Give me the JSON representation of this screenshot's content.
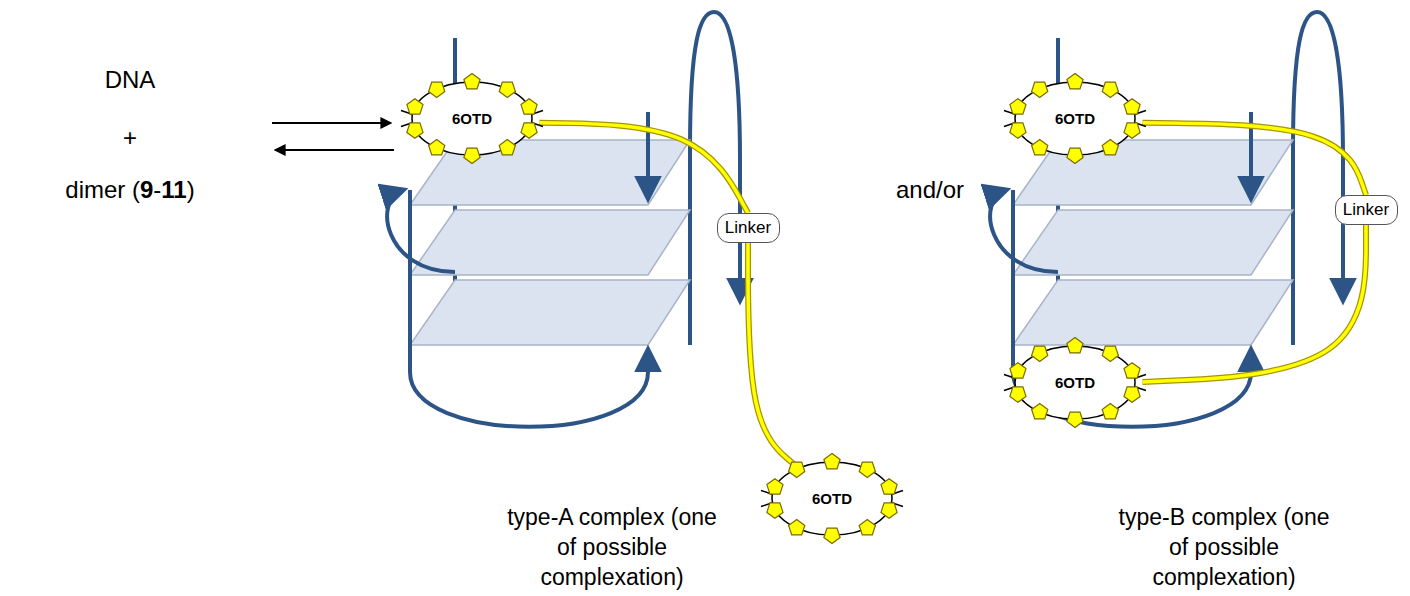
{
  "diagram": {
    "nodes": [
      {
        "text": [
          "6OTD"
        ]
      },
      {
        "text": [
          "Linker"
        ]
      },
      {
        "text": [
          "6OTD"
        ]
      },
      {
        "text": [
          "6OTD"
        ]
      },
      {
        "text": [
          "Linker"
        ]
      },
      {
        "text": [
          "6OTD"
        ]
      }
    ],
    "edges": [
      {
        "from": 0,
        "to": 1,
        "arrow": "none"
      },
      {
        "from": 1,
        "to": 2,
        "arrow": "none"
      },
      {
        "from": 3,
        "to": 4,
        "arrow": "none"
      },
      {
        "from": 4,
        "to": 5,
        "arrow": "none"
      }
    ],
    "labels": [
      "DNA",
      "+",
      "dimer (9-11)",
      "and/or",
      "type-A complex (one of possible complexation)",
      "type-B complex (one of possible complexation)"
    ]
  }
}
